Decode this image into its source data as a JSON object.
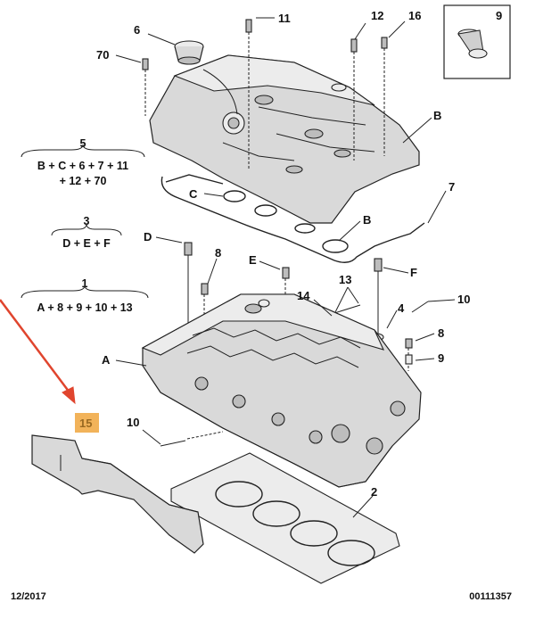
{
  "callouts": {
    "n2": "2",
    "n4": "4",
    "n6": "6",
    "n7": "7",
    "n8a": "8",
    "n8b": "8",
    "n9box": "9",
    "n9": "9",
    "n10a": "10",
    "n10b": "10",
    "n11": "11",
    "n12": "12",
    "n13": "13",
    "n14": "14",
    "n15": "15",
    "n16": "16",
    "n70": "70",
    "A": "A",
    "B1": "B",
    "B2": "B",
    "C": "C",
    "D": "D",
    "E": "E",
    "F": "F"
  },
  "groups": {
    "g5": {
      "num": "5",
      "line1": "B + C + 6 + 7 + 11",
      "line2": "+ 12 + 70"
    },
    "g3": {
      "num": "3",
      "line1": "D + E + F"
    },
    "g1": {
      "num": "1",
      "line1": "A + 8 + 9 + 10 + 13"
    }
  },
  "footer": {
    "date": "12/2017",
    "ref": "00111357"
  },
  "colors": {
    "highlight": "#f2b35a",
    "arrow": "#e0452e",
    "part_fill": "#d9d9d9",
    "line": "#222222"
  }
}
